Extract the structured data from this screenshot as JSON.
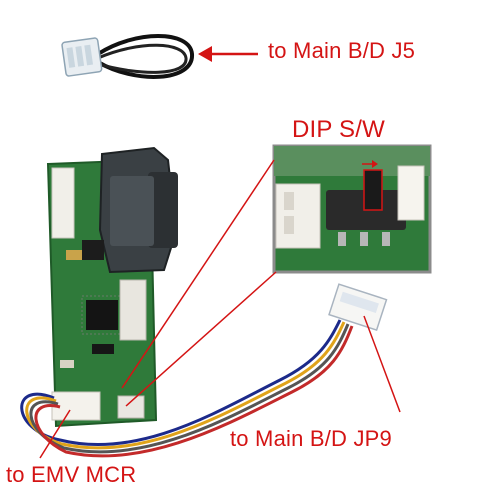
{
  "labels": {
    "main_bd_j5": "to Main B/D J5",
    "dip_switch": "DIP S/W",
    "main_bd_jp9": "to Main B/D JP9",
    "emv_mcr": "to EMV MCR"
  },
  "colors": {
    "label_red": "#d41414",
    "pcb_green": "#2f7a3a",
    "connector_white": "#f1efe9",
    "cable_black": "#111111"
  },
  "icons": {
    "arrow": "arrow-left-icon"
  }
}
